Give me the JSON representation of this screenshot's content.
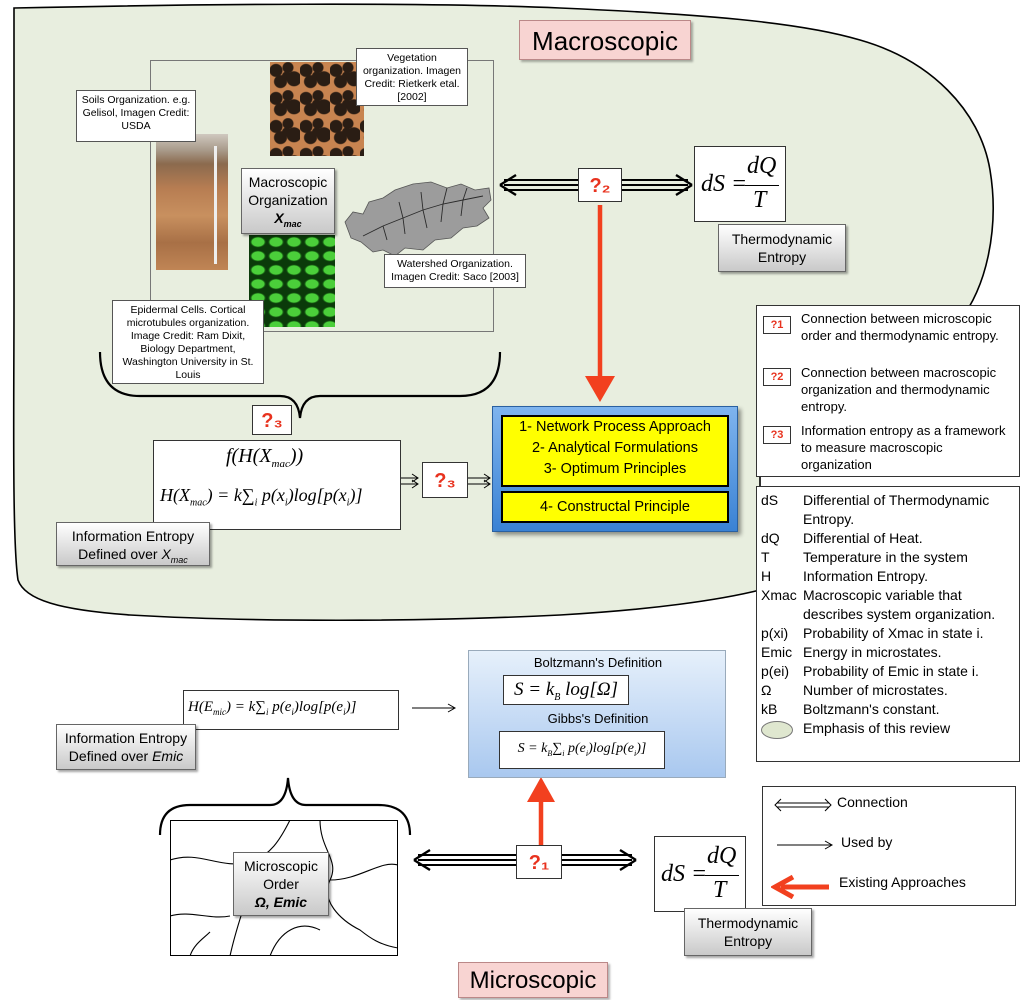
{
  "regions": {
    "macro_label": "Macroscopic",
    "micro_label": "Microscopic"
  },
  "macro": {
    "organization_label": [
      "Macroscopic",
      "Organization"
    ],
    "organization_var": "X",
    "organization_var_sub": "mac",
    "captions": {
      "soils": "Soils Organization. e.g. Gelisol, Imagen Credit: USDA",
      "vegetation": "Vegetation organization. Imagen Credit: Rietkerk etal. [2002]",
      "watershed": "Watershed Organization. Imagen Credit: Saco [2003]",
      "epidermal": "Epidermal Cells. Cortical microtubules organization. Image Credit: Ram Dixit, Biology Department, Washington University in St. Louis"
    },
    "q2": "?₂",
    "q3_top": "?₃",
    "q3_side": "?₃",
    "thermo_label": [
      "Thermodynamic",
      "Entropy"
    ],
    "info_entropy_label": "Information Entropy Defined over",
    "info_entropy_var": "X",
    "info_entropy_var_sub": "mac",
    "approaches": [
      "1- Network Process Approach",
      "2- Analytical Formulations",
      "3- Optimum Principles"
    ],
    "constructal": "4- Constructal Principle"
  },
  "micro": {
    "boltzmann_title": "Boltzmann's Definition",
    "gibbs_title": "Gibbs's Definition",
    "info_entropy_label": "Information Entropy Defined over",
    "info_entropy_var": "Emic",
    "order_label": [
      "Microscopic",
      "Order"
    ],
    "order_vars": "Ω, Emic",
    "q1": "?₁",
    "thermo_label": [
      "Thermodynamic",
      "Entropy"
    ]
  },
  "questions": [
    {
      "tag": "?1",
      "text": "Connection between  microscopic order and thermodynamic entropy."
    },
    {
      "tag": "?2",
      "text": "Connection between macroscopic organization and thermodynamic      entropy."
    },
    {
      "tag": "?3",
      "text": "Information entropy as a framework to measure macroscopic organization"
    }
  ],
  "glossary": [
    {
      "sym": "dS",
      "def": "Differential of Thermodynamic Entropy."
    },
    {
      "sym": "dQ",
      "def": "Differential of Heat."
    },
    {
      "sym": "T",
      "def": "Temperature in the system"
    },
    {
      "sym": "H",
      "def": "Information Entropy."
    },
    {
      "sym": "Xmac",
      "def": "Macroscopic variable that describes system organization."
    },
    {
      "sym": "p(xi)",
      "def": "Probability of Xmac in state i."
    },
    {
      "sym": "Emic",
      "def": "Energy in microstates."
    },
    {
      "sym": "p(ei)",
      "def": "Probability of Emic in state i."
    },
    {
      "sym": "Ω",
      "def": "Number of microstates."
    },
    {
      "sym": "kB",
      "def": "Boltzmann's constant."
    },
    {
      "sym": "",
      "def": "Emphasis of this review"
    }
  ],
  "legend": {
    "connection": "Connection",
    "used_by": "Used by",
    "existing": "Existing Approaches"
  },
  "colors": {
    "macro_bg": "#e8eedf",
    "label_pink": "#f8d4d2",
    "question_red": "#e8321e",
    "approach_yellow": "#ffff00",
    "approach_blue": "#4a90d9",
    "arrow_red": "#f2401f"
  }
}
